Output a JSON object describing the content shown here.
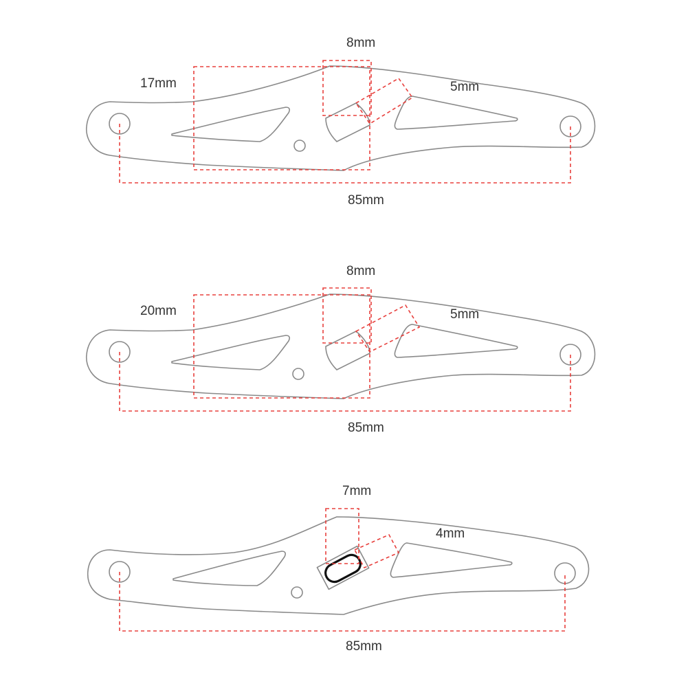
{
  "diagrams": [
    {
      "height_label": "17mm",
      "width_label": "8mm",
      "slot_label": "5mm",
      "length_label": "85mm"
    },
    {
      "height_label": "20mm",
      "width_label": "8mm",
      "slot_label": "5mm",
      "length_label": "85mm"
    },
    {
      "width_label": "7mm",
      "slot_label": "4mm",
      "length_label": "85mm"
    }
  ],
  "colors": {
    "outline": "#8a8a8a",
    "dimension": "#e8403d",
    "text": "#333333"
  }
}
